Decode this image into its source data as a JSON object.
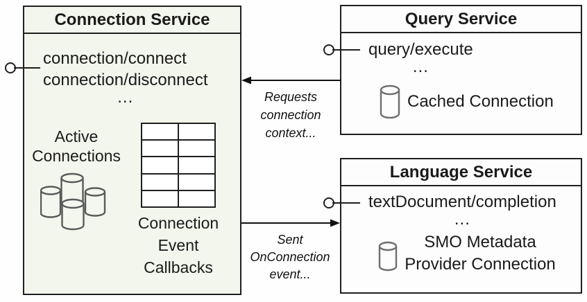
{
  "colors": {
    "connection_service_fill": "#f3f6ed",
    "service_fill": "#fdfdfd",
    "border": "#1f1f1f",
    "cluster_icon_stroke": "#5a5a5a",
    "database_icon_stroke": "#6e6e6e"
  },
  "connection_service": {
    "title": "Connection Service",
    "methods": [
      "connection/connect",
      "connection/disconnect"
    ],
    "ellipsis": "...",
    "active_connections": {
      "label_lines": [
        "Active",
        "Connections"
      ],
      "icon": "database-cluster-icon"
    },
    "event_callbacks": {
      "label_lines": [
        "Connection",
        "Event",
        "Callbacks"
      ],
      "table_rows": 5,
      "table_cols": 2
    }
  },
  "query_service": {
    "title": "Query Service",
    "methods": [
      "query/execute"
    ],
    "ellipsis": "...",
    "cached_connection": {
      "label": "Cached Connection",
      "icon": "database-icon"
    }
  },
  "language_service": {
    "title": "Language Service",
    "methods": [
      "textDocument/completion"
    ],
    "ellipsis": "...",
    "smo_connection": {
      "label_lines": [
        "SMO Metadata",
        "Provider Connection"
      ],
      "icon": "database-icon"
    }
  },
  "arrows": [
    {
      "from": "query-service",
      "to": "connection-service",
      "direction": "left",
      "label_lines": [
        "Requests",
        "connection",
        "context..."
      ]
    },
    {
      "from": "connection-service",
      "to": "language-service",
      "direction": "right",
      "label_lines": [
        "Sent",
        "OnConnection",
        "event..."
      ]
    }
  ],
  "interfaces": [
    {
      "attached_to": "connection-service"
    },
    {
      "attached_to": "query-service"
    },
    {
      "attached_to": "language-service"
    }
  ]
}
